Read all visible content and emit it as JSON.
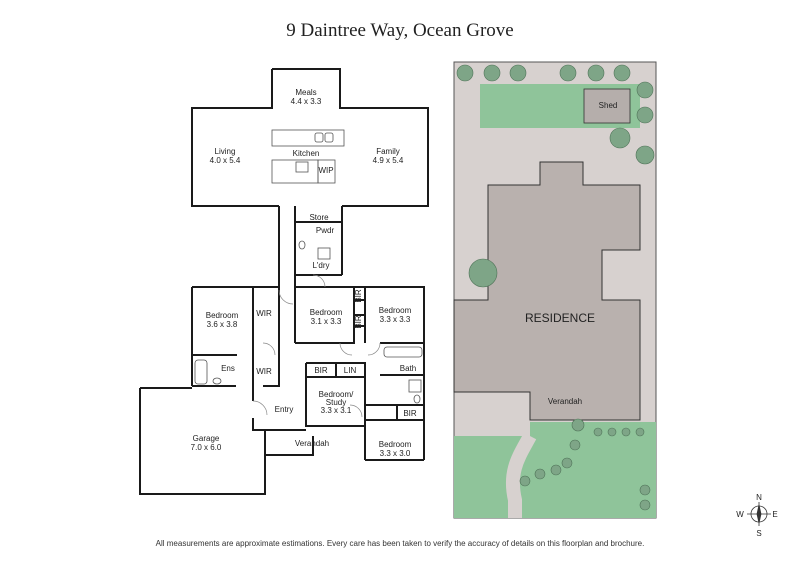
{
  "title": "9 Daintree Way, Ocean Grove",
  "footer": "All measurements are approximate estimations. Every care has been taken to verify the accuracy of details on this floorplan and brochure.",
  "rooms": {
    "meals": {
      "name": "Meals",
      "dims": "4.4 x 3.3"
    },
    "living": {
      "name": "Living",
      "dims": "4.0 x 5.4"
    },
    "kitchen": {
      "name": "Kitchen"
    },
    "family": {
      "name": "Family",
      "dims": "4.9 x 5.4"
    },
    "wip": {
      "name": "WIP"
    },
    "store": {
      "name": "Store"
    },
    "pwdr": {
      "name": "Pwdr"
    },
    "ldry": {
      "name": "L'dry"
    },
    "bed_master": {
      "name": "Bedroom",
      "dims": "3.6 x 3.8"
    },
    "wir1": {
      "name": "WIR"
    },
    "wir2": {
      "name": "WIR"
    },
    "ens": {
      "name": "Ens"
    },
    "bed2": {
      "name": "Bedroom",
      "dims": "3.1 x 3.3"
    },
    "bed3": {
      "name": "Bedroom",
      "dims": "3.3 x 3.3"
    },
    "bir1": {
      "name": "BIR"
    },
    "bir2": {
      "name": "BIR"
    },
    "bir3": {
      "name": "BIR"
    },
    "bir4": {
      "name": "BIR"
    },
    "lin": {
      "name": "LIN"
    },
    "bath": {
      "name": "Bath"
    },
    "study": {
      "name": "Bedroom/",
      "name2": "Study",
      "dims": "3.3 x 3.1"
    },
    "entry": {
      "name": "Entry"
    },
    "garage": {
      "name": "Garage",
      "dims": "7.0 x 6.0"
    },
    "verandah": {
      "name": "Verandah"
    },
    "bed4": {
      "name": "Bedroom",
      "dims": "3.3 x 3.0"
    }
  },
  "site": {
    "shed": "Shed",
    "residence": "RESIDENCE",
    "verandah": "Verandah"
  },
  "compass": {
    "n": "N",
    "s": "S",
    "e": "E",
    "w": "W"
  },
  "colors": {
    "wall": "#1a1a1a",
    "lawn": "#8fc49a",
    "lawn_dark": "#6f9a78",
    "roof": "#b9b1ae",
    "site_bg": "#d7d1cf",
    "shed": "#b5aeab",
    "tree": "#7ea587"
  }
}
